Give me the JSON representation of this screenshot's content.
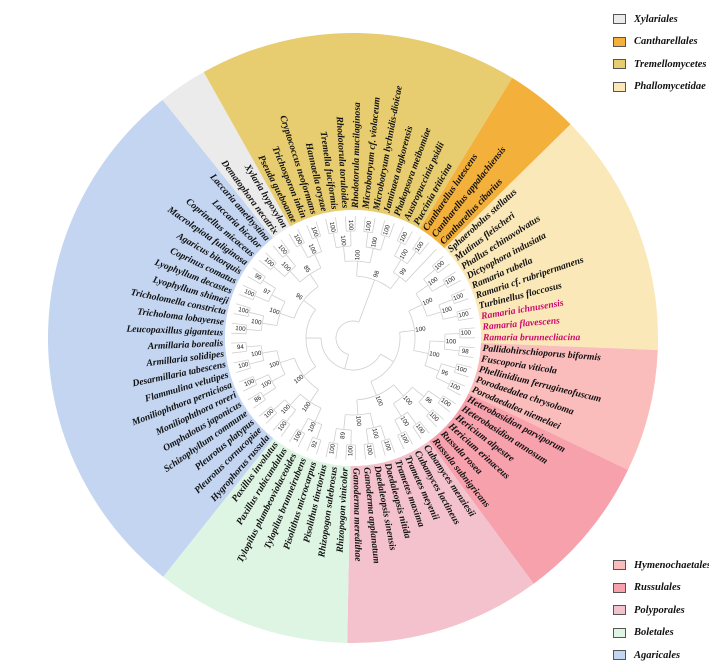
{
  "legend_top": [
    {
      "label": "Xylariales",
      "color": "#ebebeb"
    },
    {
      "label": "Cantharellales",
      "color": "#f3b03a"
    },
    {
      "label": "Tremellomycetes",
      "color": "#e7cd70"
    },
    {
      "label": "Phallomycetidae",
      "color": "#fbe8b8"
    }
  ],
  "legend_bottom": [
    {
      "label": "Hymenochaetales",
      "color": "#fbbcbc"
    },
    {
      "label": "Russulales",
      "color": "#f7a1ac"
    },
    {
      "label": "Polyporales",
      "color": "#f3c2cc"
    },
    {
      "label": "Boletales",
      "color": "#dff5e3"
    },
    {
      "label": "Agaricales",
      "color": "#c3d5f1"
    }
  ],
  "tree": {
    "ring_colors": {
      "Xylariales": "#ebebeb",
      "Cantharellales": "#f3b03a",
      "Tremellomycetes": "#e7cd70",
      "Phallomycetidae": "#fbe8b8",
      "Hymenochaetales": "#fbbcbc",
      "Russulales": "#f7a1ac",
      "Polyporales": "#f3c2cc",
      "Boletales": "#dff5e3",
      "Agaricales": "#c3d5f1"
    },
    "taxa": [
      {
        "name": "Sphaerobolus stellatus",
        "group": "Phallomycetidae",
        "highlight": false
      },
      {
        "name": "Mutinus fleischeri",
        "group": "Phallomycetidae",
        "highlight": false
      },
      {
        "name": "Phallus echinovolvatus",
        "group": "Phallomycetidae",
        "highlight": false
      },
      {
        "name": "Dictyophora indusiata",
        "group": "Phallomycetidae",
        "highlight": false
      },
      {
        "name": "Ramaria rubella",
        "group": "Phallomycetidae",
        "highlight": false
      },
      {
        "name": "Ramaria cf. rubripermanens",
        "group": "Phallomycetidae",
        "highlight": false
      },
      {
        "name": "Turbinellus floccosus",
        "group": "Phallomycetidae",
        "highlight": false
      },
      {
        "name": "Ramaria ichnusensis",
        "group": "Phallomycetidae",
        "highlight": true
      },
      {
        "name": "Ramaria flavescens",
        "group": "Phallomycetidae",
        "highlight": true
      },
      {
        "name": "Ramaria brunnecliacina",
        "group": "Phallomycetidae",
        "highlight": true
      },
      {
        "name": "Pallidohirschioporus biformis",
        "group": "Hymenochaetales",
        "highlight": false
      },
      {
        "name": "Fuscoporia viticola",
        "group": "Hymenochaetales",
        "highlight": false
      },
      {
        "name": "Phellinidium ferrugineofuscum",
        "group": "Hymenochaetales",
        "highlight": false
      },
      {
        "name": "Porodaedalea chrysoloma",
        "group": "Hymenochaetales",
        "highlight": false
      },
      {
        "name": "Porodaedalea niemelaei",
        "group": "Hymenochaetales",
        "highlight": false
      },
      {
        "name": "Heterobasidion parviporum",
        "group": "Russulales",
        "highlight": false
      },
      {
        "name": "Heterobasidion annosum",
        "group": "Russulales",
        "highlight": false
      },
      {
        "name": "Hericium alpestre",
        "group": "Russulales",
        "highlight": false
      },
      {
        "name": "Hericium erinaceus",
        "group": "Russulales",
        "highlight": false
      },
      {
        "name": "Russula rosea",
        "group": "Russulales",
        "highlight": false
      },
      {
        "name": "Russula subnigricans",
        "group": "Russulales",
        "highlight": false
      },
      {
        "name": "Cubamyces menziesii",
        "group": "Polyporales",
        "highlight": false
      },
      {
        "name": "Cubamyces lactineus",
        "group": "Polyporales",
        "highlight": false
      },
      {
        "name": "Trametes meyenii",
        "group": "Polyporales",
        "highlight": false
      },
      {
        "name": "Trametes maxima",
        "group": "Polyporales",
        "highlight": false
      },
      {
        "name": "Daedaleopsis nitida",
        "group": "Polyporales",
        "highlight": false
      },
      {
        "name": "Daedaleopsis sinensis",
        "group": "Polyporales",
        "highlight": false
      },
      {
        "name": "Ganoderma applanatum",
        "group": "Polyporales",
        "highlight": false
      },
      {
        "name": "Ganoderma meredithae",
        "group": "Polyporales",
        "highlight": false
      },
      {
        "name": "Rhizopogon vinicolor",
        "group": "Boletales",
        "highlight": false
      },
      {
        "name": "Rhizopogon salebrosus",
        "group": "Boletales",
        "highlight": false
      },
      {
        "name": "Pisolithus tinctorius",
        "group": "Boletales",
        "highlight": false
      },
      {
        "name": "Pisolithus microcarpus",
        "group": "Boletales",
        "highlight": false
      },
      {
        "name": "Tylopilus brunneirubens",
        "group": "Boletales",
        "highlight": false
      },
      {
        "name": "Tylopilus plumbeoviolaceoides",
        "group": "Boletales",
        "highlight": false
      },
      {
        "name": "Paxillus rubicundulus",
        "group": "Boletales",
        "highlight": false
      },
      {
        "name": "Paxillus involutus",
        "group": "Boletales",
        "highlight": false
      },
      {
        "name": "Hygrophorus russula",
        "group": "Agaricales",
        "highlight": false
      },
      {
        "name": "Pleurotus cornucopiae",
        "group": "Agaricales",
        "highlight": false
      },
      {
        "name": "Pleurotus platypus",
        "group": "Agaricales",
        "highlight": false
      },
      {
        "name": "Schizophyllum commune",
        "group": "Agaricales",
        "highlight": false
      },
      {
        "name": "Omphalotus japonicus",
        "group": "Agaricales",
        "highlight": false
      },
      {
        "name": "Moniliophthora roreri",
        "group": "Agaricales",
        "highlight": false
      },
      {
        "name": "Moniliophthora perniciosa",
        "group": "Agaricales",
        "highlight": false
      },
      {
        "name": "Flammulina velutipes",
        "group": "Agaricales",
        "highlight": false
      },
      {
        "name": "Desarmillaria tabescens",
        "group": "Agaricales",
        "highlight": false
      },
      {
        "name": "Armillaria solidipes",
        "group": "Agaricales",
        "highlight": false
      },
      {
        "name": "Armillaria borealis",
        "group": "Agaricales",
        "highlight": false
      },
      {
        "name": "Leucopaxillus giganteus",
        "group": "Agaricales",
        "highlight": false
      },
      {
        "name": "Tricholoma lobayense",
        "group": "Agaricales",
        "highlight": false
      },
      {
        "name": "Tricholomella constricta",
        "group": "Agaricales",
        "highlight": false
      },
      {
        "name": "Lyophyllum shimeji",
        "group": "Agaricales",
        "highlight": false
      },
      {
        "name": "Lyophyllum decastes",
        "group": "Agaricales",
        "highlight": false
      },
      {
        "name": "Coprinus comatus",
        "group": "Agaricales",
        "highlight": false
      },
      {
        "name": "Agaricus bitorquis",
        "group": "Agaricales",
        "highlight": false
      },
      {
        "name": "Macrolepiota fuliginosa",
        "group": "Agaricales",
        "highlight": false
      },
      {
        "name": "Coprinellus micaceus",
        "group": "Agaricales",
        "highlight": false
      },
      {
        "name": "Laccaria bicolor",
        "group": "Agaricales",
        "highlight": false
      },
      {
        "name": "Laccaria amethystina",
        "group": "Agaricales",
        "highlight": false
      },
      {
        "name": "Dematophora necatrix",
        "group": "Xylariales",
        "highlight": false
      },
      {
        "name": "Xylaria hypoxylon",
        "group": "Xylariales",
        "highlight": false
      },
      {
        "name": "Pseuda gueboanae",
        "group": "Tremellomycetes",
        "highlight": false
      },
      {
        "name": "Trichosporon inkin",
        "group": "Tremellomycetes",
        "highlight": false
      },
      {
        "name": "Cryptococcus neoformans",
        "group": "Tremellomycetes",
        "highlight": false
      },
      {
        "name": "Hannaella oryzae",
        "group": "Tremellomycetes",
        "highlight": false
      },
      {
        "name": "Tremella fuciformis",
        "group": "Tremellomycetes",
        "highlight": false
      },
      {
        "name": "Rhodotorula toruloides",
        "group": "Tremellomycetes",
        "highlight": false
      },
      {
        "name": "Rhodotorula mucilaginosa",
        "group": "Tremellomycetes",
        "highlight": false
      },
      {
        "name": "Microbotryum cf. violaceum",
        "group": "Tremellomycetes",
        "highlight": false
      },
      {
        "name": "Microbotryum lychnidis-dioicae",
        "group": "Tremellomycetes",
        "highlight": false
      },
      {
        "name": "Jaminaea angkorensis",
        "group": "Tremellomycetes",
        "highlight": false
      },
      {
        "name": "Phakopsora meibomiae",
        "group": "Tremellomycetes",
        "highlight": false
      },
      {
        "name": "Austropuccinia psidii",
        "group": "Tremellomycetes",
        "highlight": false
      },
      {
        "name": "Puccinia triticina",
        "group": "Tremellomycetes",
        "highlight": false
      },
      {
        "name": "Cantharellus lutescens",
        "group": "Cantharellales",
        "highlight": false
      },
      {
        "name": "Cantharellus appalachiensis",
        "group": "Cantharellales",
        "highlight": false
      },
      {
        "name": "Cantharellus cibarius",
        "group": "Cantharellales",
        "highlight": false
      }
    ],
    "bootstrap": [
      "100",
      "100",
      "100",
      "100",
      "100",
      "98",
      "100",
      "100",
      "100",
      "100",
      "100",
      "100",
      "100",
      "100",
      "100",
      "100",
      "92",
      "100",
      "100",
      "100",
      "86",
      "100",
      "100",
      "94",
      "100",
      "100",
      "100",
      "99",
      "100",
      "100",
      "100",
      "100",
      "100",
      "100",
      "100",
      "100",
      "100",
      "100",
      "100",
      "100",
      "100",
      "96",
      "96",
      "100",
      "100",
      "89",
      "100",
      "100",
      "100",
      "100",
      "100",
      "97",
      "100",
      "100",
      "100",
      "100",
      "100",
      "100",
      "100",
      "100",
      "100",
      "100",
      "100",
      "100",
      "85",
      "100",
      "99",
      "100",
      "100",
      "100",
      "96",
      "98",
      "100",
      "88",
      "100",
      "96",
      "98",
      "100"
    ]
  }
}
